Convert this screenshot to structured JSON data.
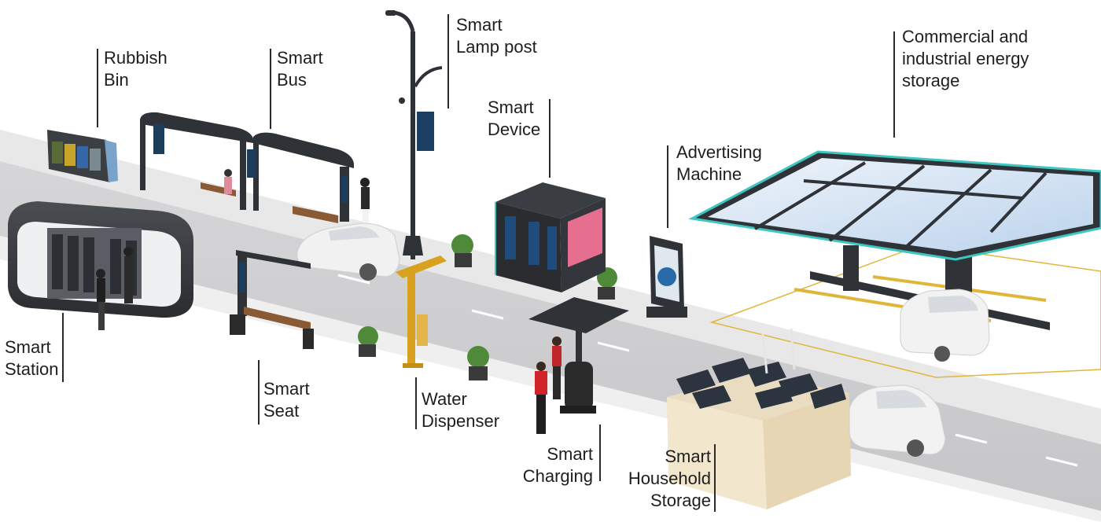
{
  "labels": {
    "rubbish_bin": "Rubbish\nBin",
    "smart_bus": "Smart\nBus",
    "smart_lamp_post": "Smart\nLamp post",
    "smart_device": "Smart\nDevice",
    "advertising_machine": "Advertising\nMachine",
    "commercial_storage": "Commercial and\nindustrial energy\nstorage",
    "smart_station": "Smart\nStation",
    "smart_seat": "Smart\nSeat",
    "water_dispenser": "Water\nDispenser",
    "smart_charging": "Smart\nCharging",
    "smart_household_storage": "Smart\nHousehold\nStorage"
  },
  "colors": {
    "road": "#cfcfd1",
    "road_edge": "#e9e9ea",
    "lane_mark": "#ffffff",
    "canopy_frame": "#2f3338",
    "solar_glass": "#d8e6f5",
    "canopy_glow": "#3fc6c2",
    "parking_line": "#e0b63a",
    "dispenser_gold": "#d9a21e",
    "house_wall": "#f2e6cc",
    "plant_green": "#4f8a3a"
  }
}
